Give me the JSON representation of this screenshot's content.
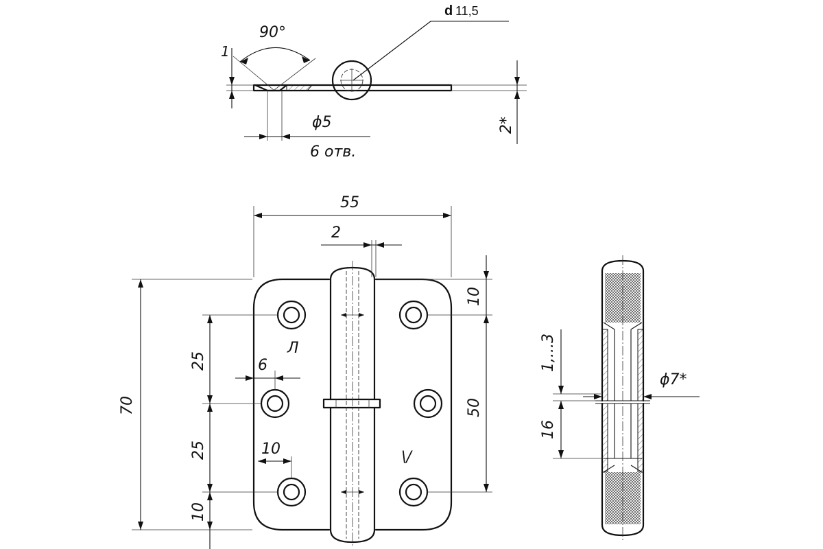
{
  "drawing": {
    "background": "#ffffff",
    "line_color": "#111111"
  },
  "top_view": {
    "angle_label": "90°",
    "thickness_label": "1",
    "hole_label": "ϕ5",
    "holes_count_label": "6 отв.",
    "knuckle_diam_prefix": "d",
    "knuckle_diam_value": "11,5",
    "gap_label": "2*"
  },
  "front_view": {
    "width_label": "55",
    "gap_label": "2",
    "height_label": "70",
    "top_offset_label": "10",
    "hole_span_label": "50",
    "pitch_label_upper": "25",
    "pitch_label_lower": "25",
    "bottom_offset_label": "10",
    "hole_edge_label": "6",
    "lower_hole_edge_label": "10",
    "left_mark": "Л",
    "right_mark": "\\/"
  },
  "section_view": {
    "clearance_label": "1,...3",
    "pin_diam_label": "ϕ7*",
    "length_label": "16"
  }
}
